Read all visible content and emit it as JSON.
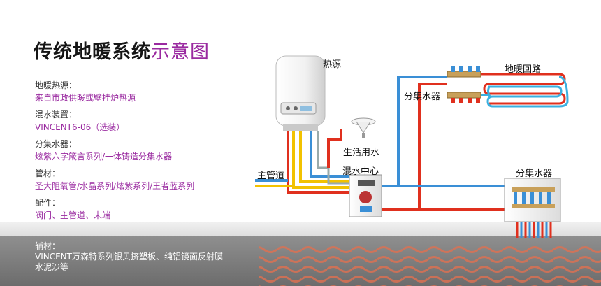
{
  "title": {
    "main": "传统地暖系统",
    "accent": "示意图"
  },
  "info": [
    {
      "label": "地暖热源：",
      "value": "来自市政供暖或壁挂炉热源"
    },
    {
      "label": "混水装置：",
      "value": "VINCENT6-06（选装）"
    },
    {
      "label": "分集水器：",
      "value": "炫紫六字箴言系列/一体铸造分集水器"
    },
    {
      "label": "管材：",
      "value": "圣大阻氧管/水晶系列/炫紫系列/王者蓝系列"
    },
    {
      "label": "配件：",
      "value": "阀门、主管道、末端"
    }
  ],
  "auxiliary": {
    "label": "辅材：",
    "line1": "VINCENT万森特系列银贝挤塑板、纯铝镜面反射膜",
    "line2": "水泥沙等"
  },
  "diagram_labels": {
    "heat_source": "热源",
    "floor_loop": "地暖回路",
    "manifold_top": "分集水器",
    "domestic_water": "生活用水",
    "mixing_center": "混水中心",
    "main_pipe": "主管道",
    "manifold_right": "分集水器"
  },
  "colors": {
    "accent": "#9a2aa0",
    "hot_pipe": "#e0301e",
    "cold_pipe": "#3a8fd6",
    "yellow_pipe": "#f2c200"
  }
}
